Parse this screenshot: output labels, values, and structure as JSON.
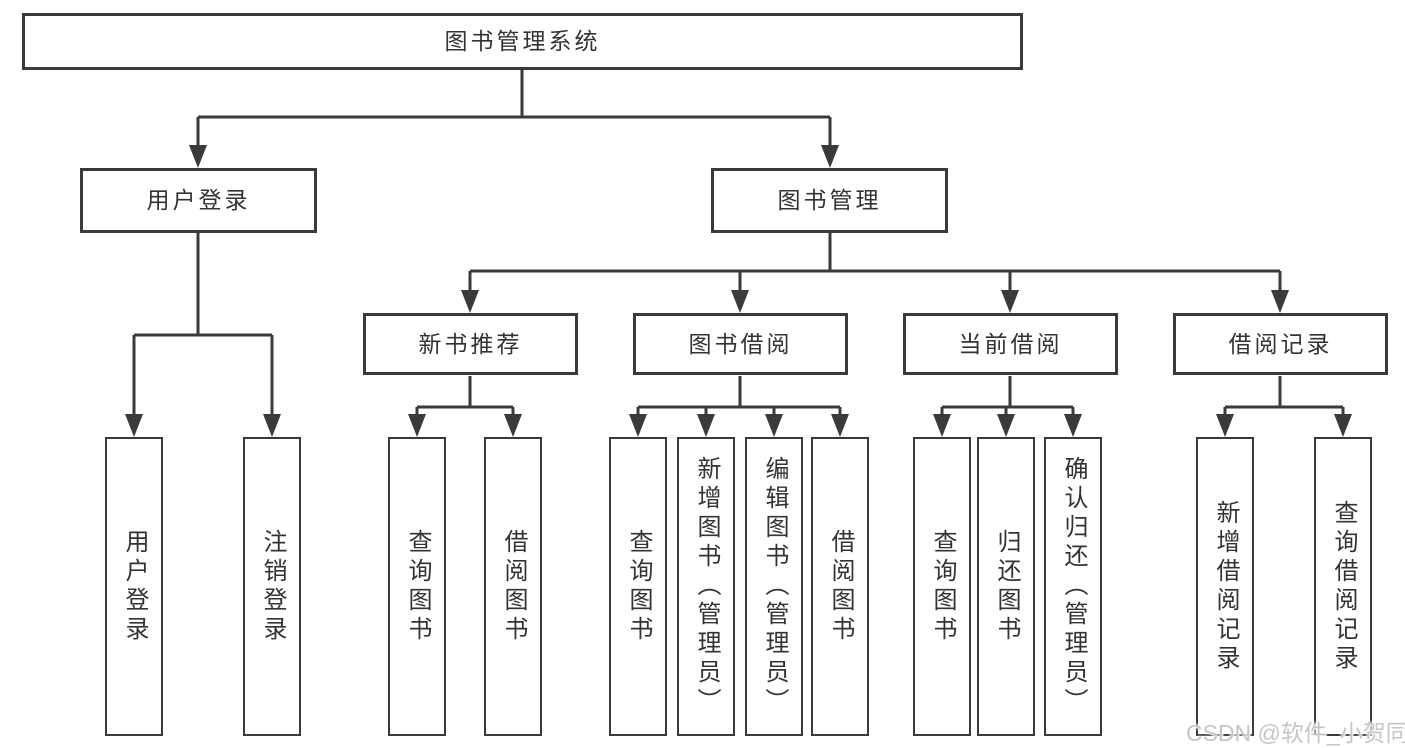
{
  "root": {
    "label": "图书管理系统"
  },
  "branches": [
    {
      "label": "用户登录",
      "leaves": [
        {
          "label": "用户登录"
        },
        {
          "label": "注销登录"
        }
      ]
    },
    {
      "label": "图书管理",
      "groups": [
        {
          "label": "新书推荐",
          "leaves": [
            {
              "label": "查询图书"
            },
            {
              "label": "借阅图书"
            }
          ]
        },
        {
          "label": "图书借阅",
          "leaves": [
            {
              "label": "查询图书"
            },
            {
              "label": "新增图书（管理员）"
            },
            {
              "label": "编辑图书（管理员）"
            },
            {
              "label": "借阅图书"
            }
          ]
        },
        {
          "label": "当前借阅",
          "leaves": [
            {
              "label": "查询图书"
            },
            {
              "label": "归还图书"
            },
            {
              "label": "确认归还（管理员）"
            }
          ]
        },
        {
          "label": "借阅记录",
          "leaves": [
            {
              "label": "新增借阅记录"
            },
            {
              "label": "查询借阅记录"
            }
          ]
        }
      ]
    }
  ],
  "watermark": {
    "text": "CSDN @软件_小贺同学"
  },
  "colors": {
    "line": "#3a3a3a",
    "text": "#333333",
    "watermark": "#c6c6c6",
    "background": "#ffffff"
  }
}
